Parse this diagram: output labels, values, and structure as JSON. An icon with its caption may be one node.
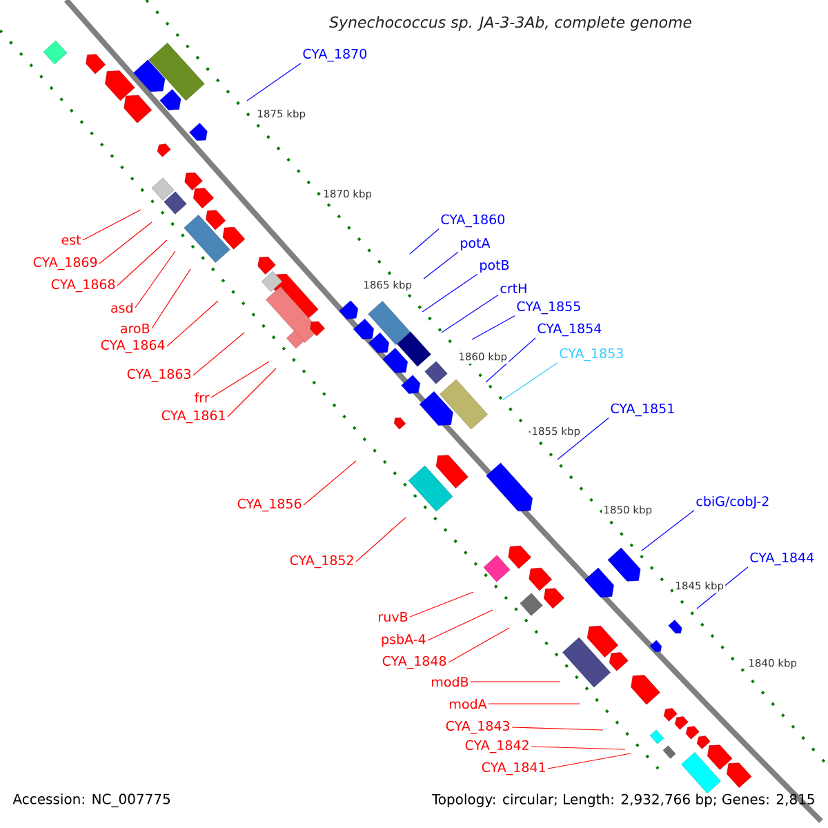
{
  "diagram": {
    "title": "Synechococcus sp. JA-3-3Ab, complete genome",
    "nodes": [
      {
        "text": [
          "CYA_1870"
        ]
      },
      {
        "text": [
          "CYA_1860"
        ]
      },
      {
        "text": [
          "potA"
        ]
      },
      {
        "text": [
          "potB"
        ]
      },
      {
        "text": [
          "crtH"
        ]
      },
      {
        "text": [
          "CYA_1855"
        ]
      },
      {
        "text": [
          "CYA_1854"
        ]
      },
      {
        "text": [
          "CYA_1853"
        ]
      },
      {
        "text": [
          "CYA_1851"
        ]
      },
      {
        "text": [
          "cbiG/cobJ-2"
        ]
      },
      {
        "text": [
          "CYA_1844"
        ]
      },
      {
        "text": [
          "est"
        ]
      },
      {
        "text": [
          "CYA_1869"
        ]
      },
      {
        "text": [
          "CYA_1868"
        ]
      },
      {
        "text": [
          "asd"
        ]
      },
      {
        "text": [
          "aroB"
        ]
      },
      {
        "text": [
          "CYA_1864"
        ]
      },
      {
        "text": [
          "CYA_1863"
        ]
      },
      {
        "text": [
          "frr"
        ]
      },
      {
        "text": [
          "CYA_1861"
        ]
      },
      {
        "text": [
          "CYA_1856"
        ]
      },
      {
        "text": [
          "CYA_1852"
        ]
      },
      {
        "text": [
          "ruvB"
        ]
      },
      {
        "text": [
          "psbA-4"
        ]
      },
      {
        "text": [
          "CYA_1848"
        ]
      },
      {
        "text": [
          "modB"
        ]
      },
      {
        "text": [
          "modA"
        ]
      },
      {
        "text": [
          "CYA_1843"
        ]
      },
      {
        "text": [
          "CYA_1842"
        ]
      },
      {
        "text": [
          "CYA_1841"
        ]
      }
    ],
    "edges": [
      {
        "from": 0,
        "to": null,
        "arrow": "none",
        "color": "#0000ff"
      },
      {
        "from": 1,
        "to": null,
        "arrow": "none",
        "color": "#0000ff"
      },
      {
        "from": 2,
        "to": null,
        "arrow": "none",
        "color": "#0000ff"
      },
      {
        "from": 3,
        "to": null,
        "arrow": "none",
        "color": "#0000ff"
      },
      {
        "from": 4,
        "to": null,
        "arrow": "none",
        "color": "#0000ff"
      },
      {
        "from": 5,
        "to": null,
        "arrow": "none",
        "color": "#0000ff"
      },
      {
        "from": 6,
        "to": null,
        "arrow": "none",
        "color": "#0000ff"
      },
      {
        "from": 7,
        "to": null,
        "arrow": "none",
        "color": "#33ccff"
      },
      {
        "from": 8,
        "to": null,
        "arrow": "none",
        "color": "#0000ff"
      },
      {
        "from": 9,
        "to": null,
        "arrow": "none",
        "color": "#0000ff"
      },
      {
        "from": 10,
        "to": null,
        "arrow": "none",
        "color": "#0000ff"
      },
      {
        "from": 11,
        "to": null,
        "arrow": "none"
      },
      {
        "from": 12,
        "to": null,
        "arrow": "none"
      },
      {
        "from": 13,
        "to": null,
        "arrow": "none"
      },
      {
        "from": 14,
        "to": null,
        "arrow": "none"
      },
      {
        "from": 15,
        "to": null,
        "arrow": "none"
      },
      {
        "from": 16,
        "to": null,
        "arrow": "none"
      },
      {
        "from": 17,
        "to": null,
        "arrow": "none"
      },
      {
        "from": 18,
        "to": null,
        "arrow": "none"
      },
      {
        "from": 19,
        "to": null,
        "arrow": "none"
      },
      {
        "from": 20,
        "to": null,
        "arrow": "none"
      },
      {
        "from": 21,
        "to": null,
        "arrow": "none"
      },
      {
        "from": 22,
        "to": null,
        "arrow": "none"
      },
      {
        "from": 23,
        "to": null,
        "arrow": "none"
      },
      {
        "from": 24,
        "to": null,
        "arrow": "none"
      },
      {
        "from": 25,
        "to": null,
        "arrow": "none"
      },
      {
        "from": 26,
        "to": null,
        "arrow": "none"
      },
      {
        "from": 27,
        "to": null,
        "arrow": "none"
      },
      {
        "from": 28,
        "to": null,
        "arrow": "none"
      },
      {
        "from": 29,
        "to": null,
        "arrow": "none"
      }
    ],
    "labels": [
      "1875 kbp",
      "1870 kbp",
      "1865 kbp",
      "1860 kbp",
      "1855 kbp",
      "1850 kbp",
      "1845 kbp",
      "1840 kbp",
      "Accession: NC_007775",
      "Topology: circular; Length: 2,932,766 bp; Genes: 2,815"
    ]
  }
}
